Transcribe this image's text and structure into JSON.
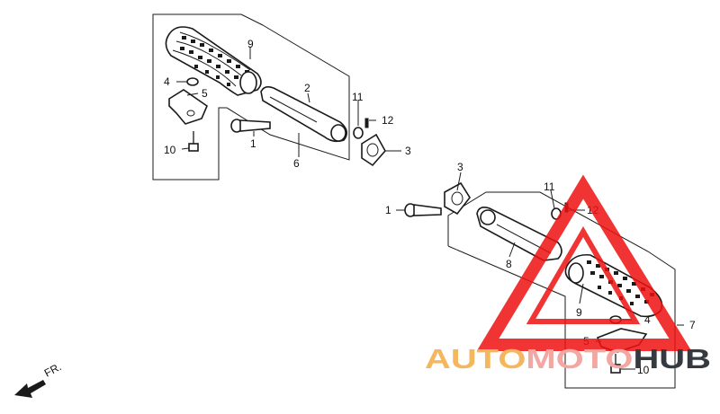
{
  "labels": {
    "l1a": "1",
    "l2": "2",
    "l3a": "3",
    "l4a": "4",
    "l5a": "5",
    "l6": "6",
    "l9a": "9",
    "l10a": "10",
    "l11a": "11",
    "l12a": "12",
    "l1b": "1",
    "l3b": "3",
    "l4b": "4",
    "l5b": "5",
    "l7": "7",
    "l8": "8",
    "l9b": "9",
    "l10b": "10",
    "l11b": "11",
    "l12b": "12"
  },
  "direction": {
    "text": "FR."
  },
  "watermark": {
    "part_a": "AUTO",
    "part_b": "MOTO",
    "part_c": "HUB",
    "color_a": "#f4b760",
    "color_b": "#f2a7a3",
    "color_c": "#343a40",
    "triangle_color": "#ee1111"
  }
}
